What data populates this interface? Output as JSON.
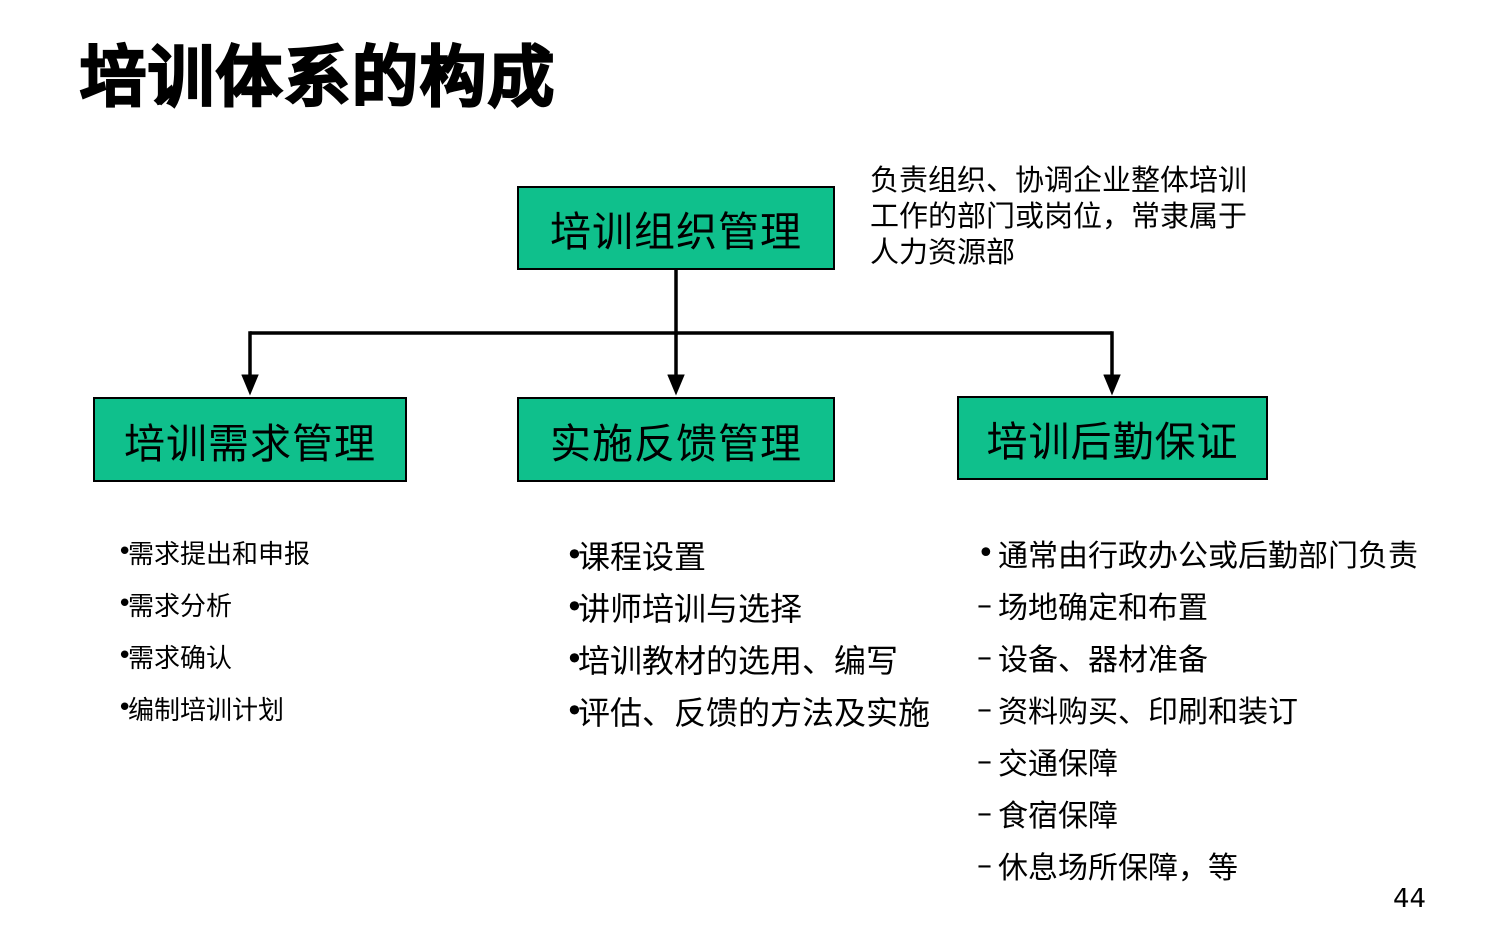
{
  "slide": {
    "title": "培训体系的构成",
    "page_number": "44"
  },
  "colors": {
    "box_fill": "#0FC08C",
    "box_border": "#000000",
    "connector": "#000000",
    "text": "#000000",
    "background": "#FFFFFF"
  },
  "diagram": {
    "root": {
      "label": "培训组织管理"
    },
    "root_note": "负责组织、协调企业整体培训\n工作的部门或岗位，常隶属于\n人力资源部",
    "branches": [
      {
        "label": "培训需求管理",
        "items": [
          {
            "marker": "•",
            "text": "需求提出和申报"
          },
          {
            "marker": "•",
            "text": "需求分析"
          },
          {
            "marker": "•",
            "text": "需求确认"
          },
          {
            "marker": "•",
            "text": "编制培训计划"
          }
        ]
      },
      {
        "label": "实施反馈管理",
        "items": [
          {
            "marker": "•",
            "text": "课程设置"
          },
          {
            "marker": "•",
            "text": "讲师培训与选择"
          },
          {
            "marker": "•",
            "text": "培训教材的选用、编写"
          },
          {
            "marker": "•",
            "text": "评估、反馈的方法及实施"
          }
        ]
      },
      {
        "label": "培训后勤保证",
        "items": [
          {
            "marker": "•",
            "text": "通常由行政办公或后勤部门负责"
          },
          {
            "marker": "–",
            "text": "场地确定和布置"
          },
          {
            "marker": "–",
            "text": "设备、器材准备"
          },
          {
            "marker": "–",
            "text": "资料购买、印刷和装订"
          },
          {
            "marker": "–",
            "text": "交通保障"
          },
          {
            "marker": "–",
            "text": "食宿保障"
          },
          {
            "marker": "–",
            "text": "休息场所保障，等"
          }
        ]
      }
    ]
  }
}
